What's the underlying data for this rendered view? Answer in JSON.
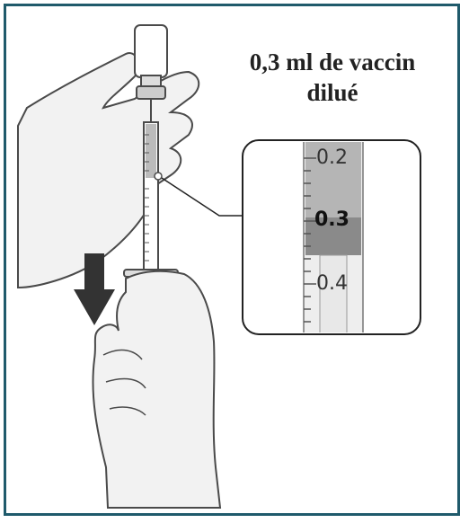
{
  "caption": {
    "line1": "0,3 ml de vaccin",
    "line2": "dilué"
  },
  "zoom": {
    "ticks": [
      {
        "label": "0.2"
      },
      {
        "label": "0.3"
      },
      {
        "label": "0.4"
      }
    ],
    "highlighted": "0.3"
  },
  "icons": {
    "arrow": "down-arrow-icon"
  },
  "colors": {
    "frame": "#1f5a6b",
    "outline": "#4a4a4a",
    "skin": "#f2f2f2",
    "arrow": "#333333"
  }
}
